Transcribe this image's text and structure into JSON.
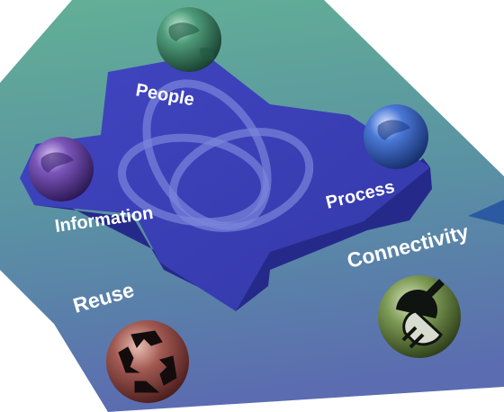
{
  "diagram": {
    "hub_labels": {
      "people": "People",
      "information": "Information",
      "process": "Process"
    },
    "outer_labels": {
      "connectivity": "Connectivity",
      "reuse": "Reuse"
    },
    "colors": {
      "platform": "#3a3fb5",
      "platform_side": "#262a86",
      "background_top": "#5fae94",
      "background_bottom": "#5b6fae",
      "sphere_green": "#2f7a5c",
      "sphere_purple": "#5d3a9a",
      "sphere_blue": "#2f57b8",
      "sphere_reuse": "#8a3a3a",
      "sphere_connectivity": "#5e7a3a"
    },
    "icons": {
      "people_sphere": "globe-icon",
      "information_sphere": "globe-icon",
      "process_sphere": "globe-icon",
      "reuse_sphere": "recycle-icon",
      "connectivity_sphere": "plug-icon"
    }
  }
}
